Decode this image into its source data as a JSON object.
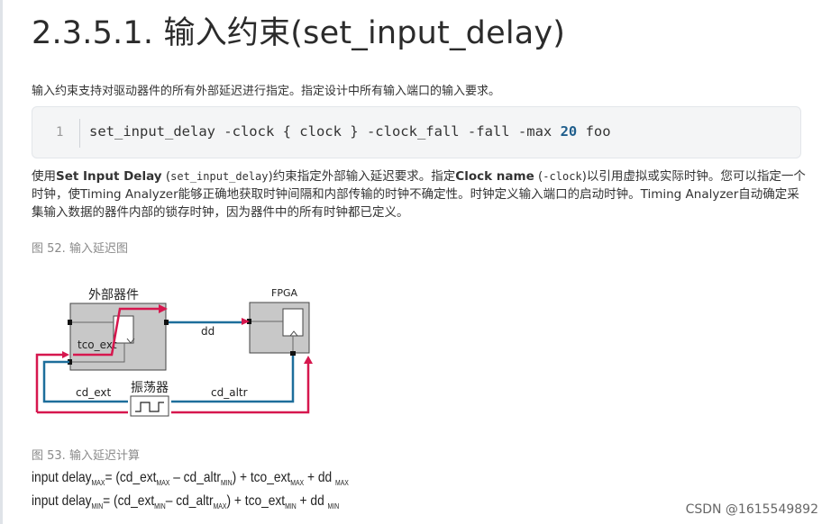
{
  "title": "2.3.5.1. 输入约束(set_input_delay)",
  "intro": "输入约束支持对驱动器件的所有外部延迟进行指定。指定设计中所有输入端口的输入要求。",
  "code": {
    "line_number": "1",
    "before": "set_input_delay -clock { clock } -clock_fall -fall -max ",
    "number": "20",
    "after": " foo"
  },
  "paragraph": {
    "p1": "使用",
    "b1": "Set Input Delay",
    "p2": " (",
    "m1": "set_input_delay",
    "p3": ")约束指定外部输入延迟要求。指定",
    "b2": "Clock name",
    "p4": " (",
    "m2": "-clock",
    "p5": ")以引用虚拟或实际时钟。您可以指定一个时钟，使Timing Analyzer能够正确地获取时钟间隔和内部传输的时钟不确定性。时钟定义输入端口的启动时钟。Timing Analyzer自动确定采集输入数据的器件内部的锁存时钟，因为器件中的所有时钟都已定义。"
  },
  "figure52": {
    "caption": "图 52. 输入延迟图",
    "ext_device_label": "外部器件",
    "fpga_label": "FPGA",
    "tco_label": "tco_ext",
    "dd_label": "dd",
    "cd_ext_label": "cd_ext",
    "oscillator_label": "振荡器",
    "cd_altr_label": "cd_altr"
  },
  "figure53": {
    "caption": "图 53. 输入延迟计算",
    "max": {
      "lhs": "input delay",
      "lhs_sub": "MAX",
      "t1": "=  (cd_ext",
      "s1": "MAX",
      "t2": " –  cd_altr",
      "s2": "MIN",
      "t3": ") +  tco_ext",
      "s3": "MAX",
      "t4": " + dd ",
      "s4": "MAX"
    },
    "min": {
      "lhs": "input delay",
      "lhs_sub": "MIN",
      "t1": "=  (cd_ext",
      "s1": "MIN",
      "t2": "–  cd_altr",
      "s2": "MAX",
      "t3": ") +  tco_ext",
      "s3": "MIN",
      "t4": " + dd ",
      "s4": "MIN"
    }
  },
  "watermark": "CSDN @1615549892",
  "colors": {
    "data_path": "#d6174e",
    "clock_path": "#1d6e9b",
    "box_fill": "#c8c8c8"
  }
}
